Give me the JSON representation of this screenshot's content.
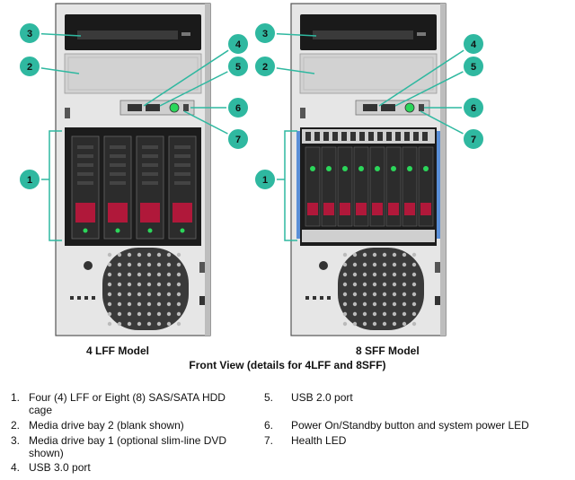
{
  "figure": {
    "callout_labels": [
      "1",
      "2",
      "3",
      "4",
      "5",
      "6",
      "7"
    ],
    "models": [
      {
        "caption": "4 LFF Model"
      },
      {
        "caption": "8 SFF Model"
      }
    ],
    "main_caption": "Front View (details for 4LFF and 8SFF)"
  },
  "legend": [
    {
      "num": "1.",
      "text": "Four (4) LFF or Eight (8) SAS/SATA HDD cage"
    },
    {
      "num": "2.",
      "text": "Media drive bay 2 (blank shown)"
    },
    {
      "num": "3.",
      "text": "Media drive bay 1 (optional slim-line DVD shown)"
    },
    {
      "num": "4.",
      "text": "USB 3.0 port"
    },
    {
      "num": "5.",
      "text": "USB 2.0 port"
    },
    {
      "num": "6.",
      "text": "Power On/Standby button and system power LED"
    },
    {
      "num": "7.",
      "text": "Health LED"
    }
  ],
  "colors": {
    "callout_fill": "#2fb8a0",
    "callout_ring": "#ffffff",
    "chassis": "#e6e6e6",
    "dark": "#1a1a1a",
    "drive_red": "#b0183a",
    "led_green": "#2bd65a"
  }
}
